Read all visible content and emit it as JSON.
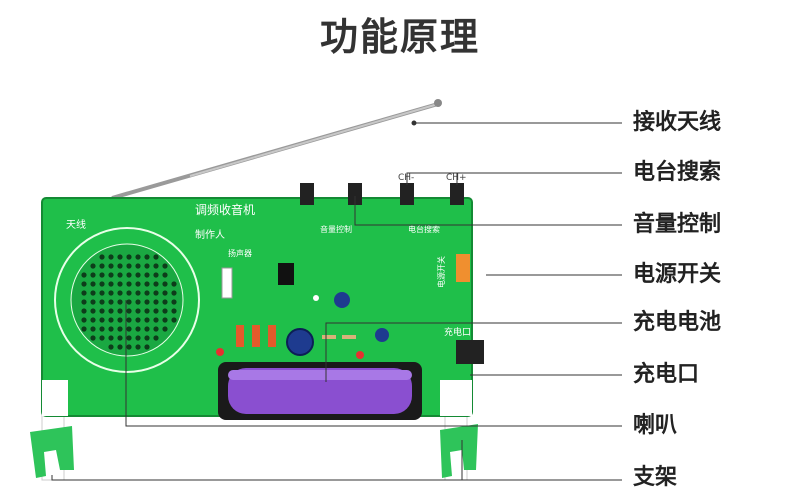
{
  "title": "功能原理",
  "board": {
    "silk_title": "调频收音机",
    "silk_maker": "制作人",
    "silk_antenna": "天线",
    "silk_speaker": "扬声器",
    "silk_volume": "音量控制",
    "silk_search": "电台搜索",
    "silk_power": "电源开关",
    "silk_charge": "充电口",
    "silk_ch_minus": "CH-",
    "silk_ch_plus": "CH+"
  },
  "callouts": [
    {
      "label": "接收天线"
    },
    {
      "label": "电台搜索"
    },
    {
      "label": "音量控制"
    },
    {
      "label": "电源开关"
    },
    {
      "label": "充电电池"
    },
    {
      "label": "充电口"
    },
    {
      "label": "喇叭"
    },
    {
      "label": "支架"
    }
  ],
  "colors": {
    "pcb": "#1fbf4a",
    "pcb_dark": "#148a34",
    "battery": "#8a4fd0",
    "leader": "#333333"
  }
}
